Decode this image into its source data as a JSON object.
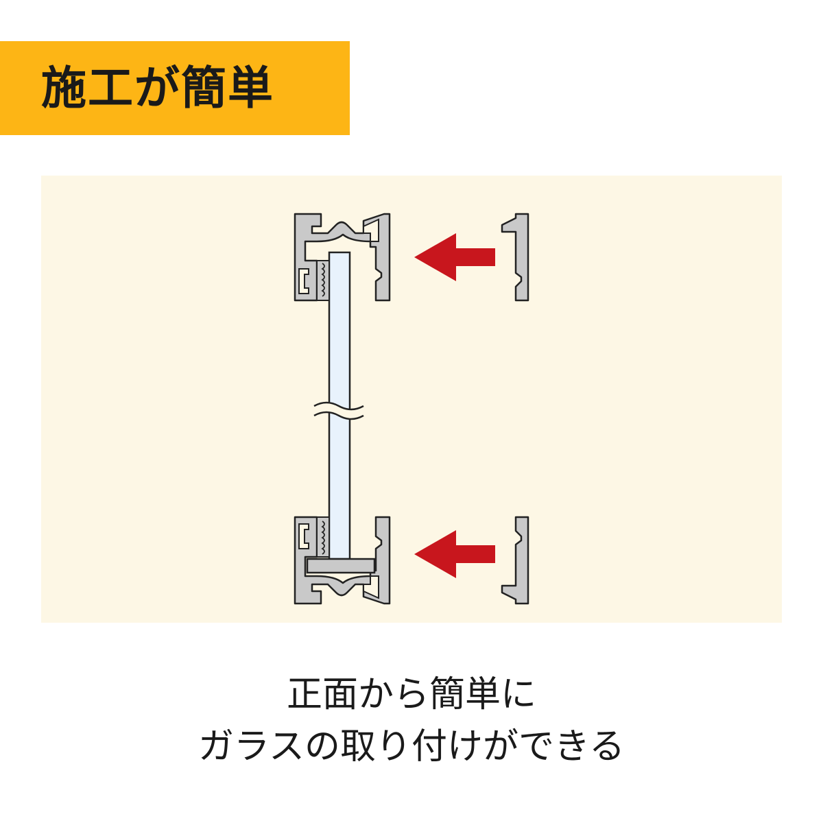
{
  "header": {
    "title": "施工が簡単"
  },
  "caption": {
    "line1": "正面から簡単に",
    "line2": "ガラスの取り付けができる"
  },
  "colors": {
    "banner": "#FDB515",
    "panel": "#FDF7E5",
    "arrow": "#C8161D",
    "profile": "#C9C9C9",
    "glass": "#E8F2FC"
  },
  "icons": [
    "arrow-left-icon",
    "arrow-left-icon"
  ]
}
